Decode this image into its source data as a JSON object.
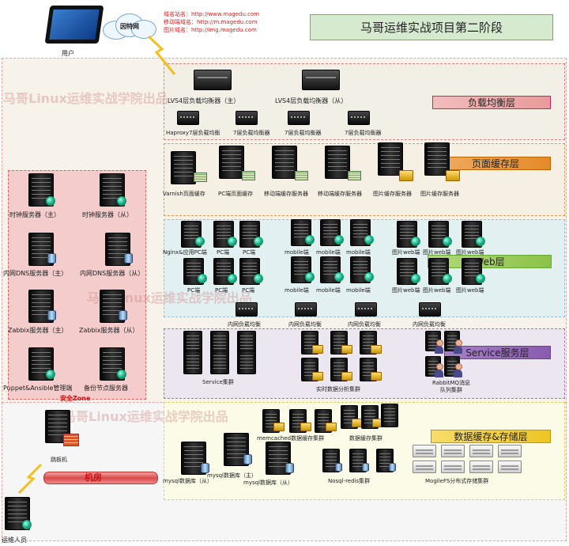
{
  "title": "马哥运维实战项目第二阶段",
  "domains": [
    "域名站名：http://www.magedu.com",
    "移动端域名：http://m.magedu.com",
    "图片域名：http://img.magedu.com"
  ],
  "user_label": "用户",
  "cloud_label": "因特网",
  "watermarks": [
    "马哥Linux运维实战学院出品",
    "马哥Linux运维实战学院出品",
    "马哥Linux运维实战学院出品"
  ],
  "layers": {
    "lb": "负载均衡层",
    "cache": "页面缓存层",
    "web": "Web层",
    "service": "Service服务层",
    "data": "数据缓存&存储层"
  },
  "safe_zone_label": "安全Zone",
  "room_label": "机房",
  "ops_label": "运维人员",
  "bastion_label": "跳板机",
  "lvs": [
    "LVS4层负载均衡器（主）",
    "LVS4层负载均衡器（从）"
  ],
  "l7": [
    "Haproxy7层负载均衡",
    "7层负载均衡器",
    "7层负载均衡器",
    "7层负载均衡器"
  ],
  "cache_servers": [
    "Varnish页面缓存",
    "PC端页面缓存",
    "移动端缓存服务器",
    "移动端缓存服务器",
    "图片缓存服务器",
    "图片缓存服务器"
  ],
  "web_row1": [
    "Nginx&应用PC端",
    "PC端",
    "PC端",
    "mobile端",
    "mobile端",
    "mobile端",
    "图片web端",
    "图片web端",
    "图片web端"
  ],
  "web_row2": [
    "PC端",
    "PC端",
    "PC端",
    "mobile端",
    "mobile端",
    "mobile端",
    "图片web端",
    "图片web端",
    "图片web端"
  ],
  "inner_lb": [
    "内网负载均衡",
    "内网负载均衡",
    "内网负载均衡",
    "内网负载均衡"
  ],
  "service_labels": {
    "cluster": "Service集群",
    "analysis": "实时数据分析集群",
    "mq": "RabbitMQ消息队列集群"
  },
  "left_servers": [
    {
      "l": "时钟服务器（主）",
      "r": "时钟服务器（从）"
    },
    {
      "l": "内网DNS服务器（主）",
      "r": "内网DNS服务器（从）"
    },
    {
      "l": "Zabbix服务器（主）",
      "r": "Zabbix服务器（从）"
    },
    {
      "l": "Puppet&Ansible管理端",
      "r": "备份节点服务器"
    }
  ],
  "data_labels": {
    "memcached": "memcached数据缓存集群",
    "datacache": "数据缓存集群",
    "mysql_slave1": "mysql数据库（从）",
    "mysql_master": "mysql数据库（主）",
    "mysql_slave2": "mysql数据库（从）",
    "redis": "Nosql-redis集群",
    "mogile": "MogileFS分布式存储集群"
  }
}
